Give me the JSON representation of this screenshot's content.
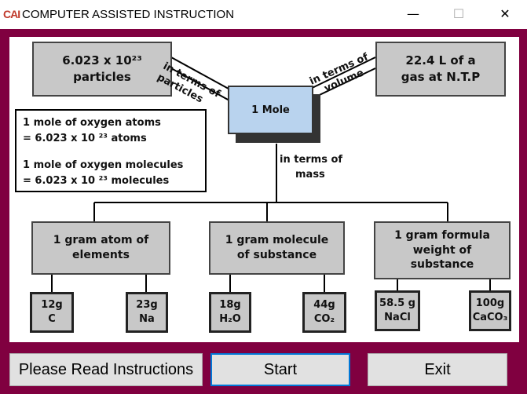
{
  "window": {
    "icon_text": "CAI",
    "title": "COMPUTER ASSISTED INSTRUCTION",
    "minimize_glyph": "—",
    "maximize_glyph": "☐",
    "close_glyph": "✕"
  },
  "diagram": {
    "particles_box": "6.023 x 10²³\nparticles",
    "volume_box": "22.4  L  of  a\ngas at N.T.P",
    "center_box": "1 Mole",
    "label_particles": "in terms of\nparticles",
    "label_volume": "in terms of\nvolume",
    "label_mass_1": "in terms of",
    "label_mass_2": "mass",
    "info": {
      "line1": "1 mole of oxygen atoms",
      "line2": "= 6.023 x 10 ²³ atoms",
      "line3": "1 mole of oxygen molecules",
      "line4": "= 6.023 x 10 ²³ molecules"
    },
    "categories": [
      {
        "label": "1 gram atom of\nelements",
        "items": [
          "12g\nC",
          "23g\nNa"
        ]
      },
      {
        "label": "1 gram molecule\nof substance",
        "items": [
          "18g\nH₂O",
          "44g\nCO₂"
        ]
      },
      {
        "label": "1 gram formula\nweight of\nsubstance",
        "items": [
          "58.5 g\nNaCl",
          "100g\nCaCO₃"
        ]
      }
    ]
  },
  "buttons": {
    "instructions": "Please Read Instructions",
    "start": "Start",
    "exit": "Exit"
  }
}
